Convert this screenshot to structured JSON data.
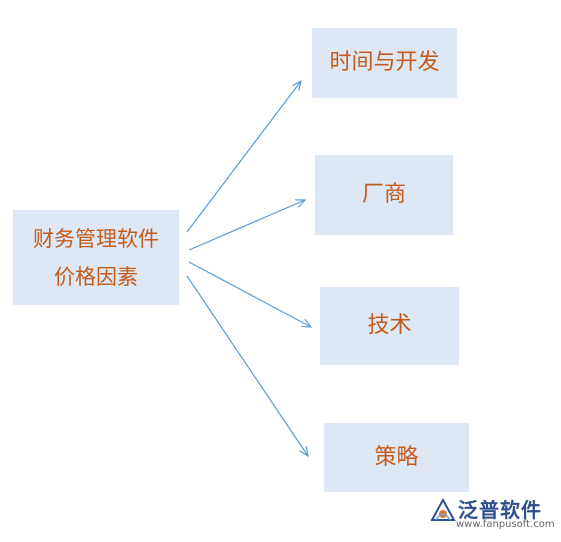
{
  "diagram": {
    "center": {
      "line1": "财务管理软件",
      "line2": "价格因素"
    },
    "nodes": [
      {
        "label": "时间与开发"
      },
      {
        "label": "厂商"
      },
      {
        "label": "技术"
      },
      {
        "label": "策略"
      }
    ],
    "colors": {
      "box_fill": "#dde8f4",
      "text": "#c45b1c",
      "arrow": "#5b9bd5"
    }
  },
  "logo": {
    "name": "泛普软件",
    "url": "www.fanpusoft.com",
    "icon": "fanpu-logo-icon"
  }
}
